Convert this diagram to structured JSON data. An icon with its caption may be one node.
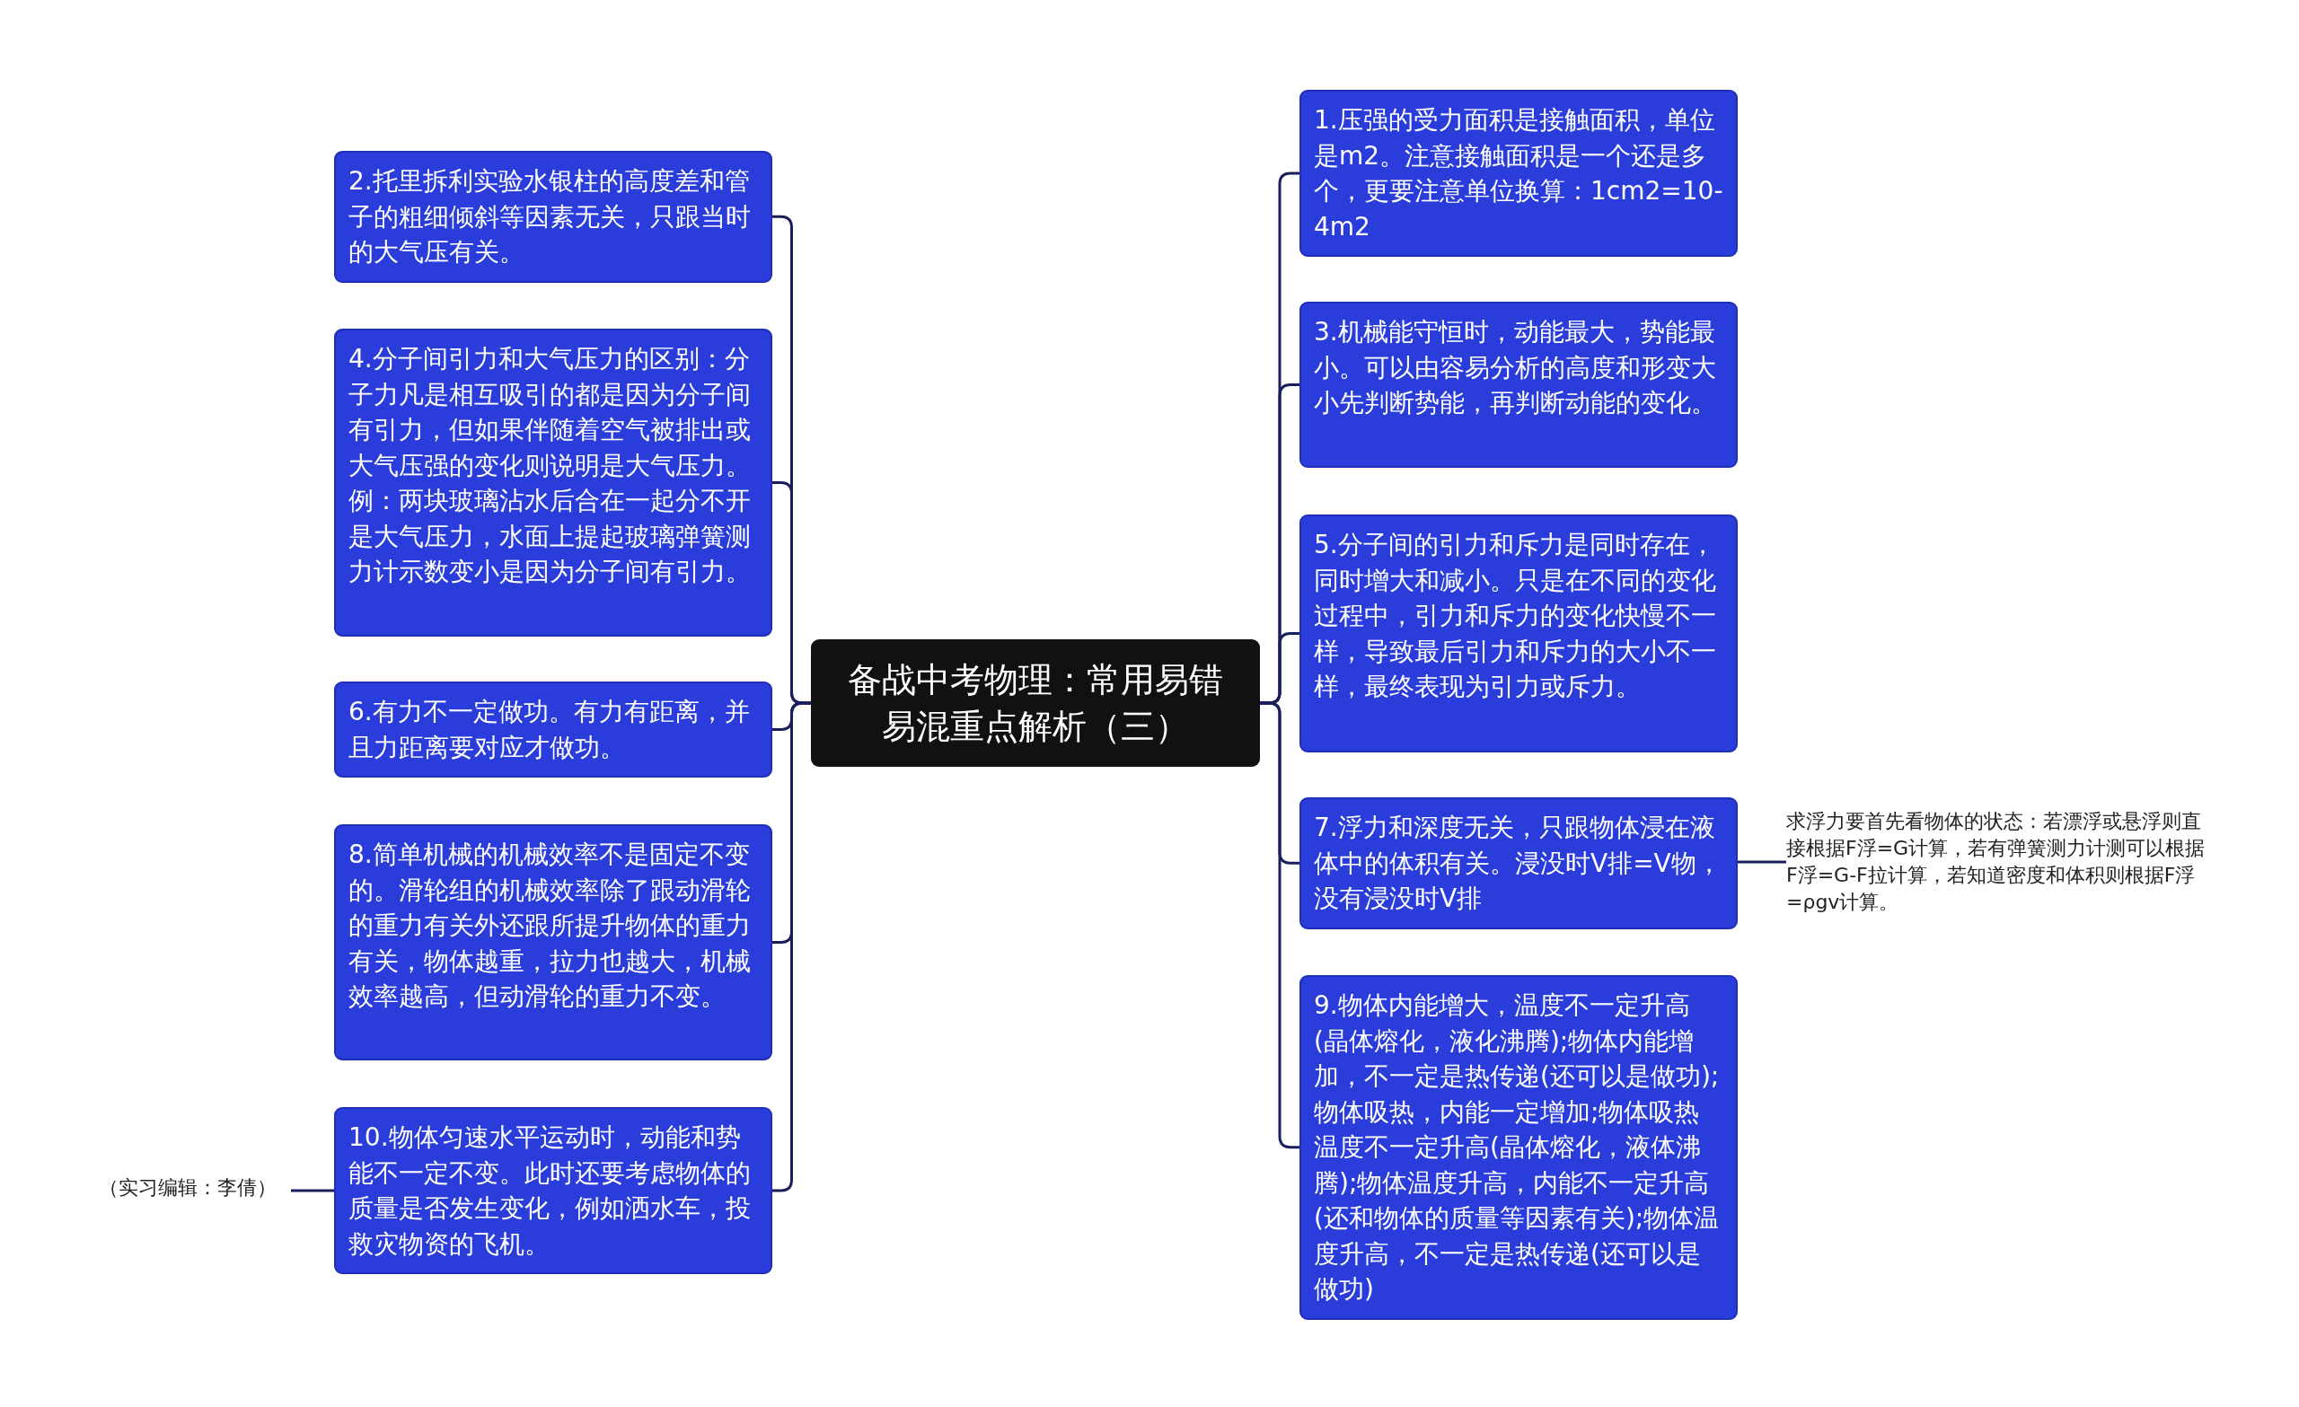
{
  "diagram": {
    "nodes": [
      {
        "text": [
          "备战中考物理：常用易错易混重点解析（三）"
        ]
      },
      {
        "text": [
          "2.托里拆利实验水银柱的高度差和管子的粗细倾斜等因素无关，只跟当时的大气压有关。"
        ]
      },
      {
        "text": [
          "4.分子间引力和大气压力的区别：分子力凡是相互吸引的都是因为分子间有引力，但如果伴随着空气被排出或大气压强的变化则说明是大气压力。例：两块玻璃沾水后合在一起分不开是大气压力，水面上提起玻璃弹簧测力计示数变小是因为分子间有引力。"
        ]
      },
      {
        "text": [
          "6.有力不一定做功。有力有距离，并且力距离要对应才做功。"
        ]
      },
      {
        "text": [
          "8.简单机械的机械效率不是固定不变的。滑轮组的机械效率除了跟动滑轮的重力有关外还跟所提升物体的重力有关，物体越重，拉力也越大，机械效率越高，但动滑轮的重力不变。"
        ]
      },
      {
        "text": [
          "10.物体匀速水平运动时，动能和势能不一定不变。此时还要考虑物体的质量是否发生变化，例如洒水车，投救灾物资的飞机。"
        ]
      },
      {
        "text": [
          "（实习编辑：李倩）"
        ]
      },
      {
        "text": [
          "1.压强的受力面积是接触面积，单位是m2。注意接触面积是一个还是多个，更要注意单位换算：1cm2=10-4m2"
        ]
      },
      {
        "text": [
          "3.机械能守恒时，动能最大，势能最小。可以由容易分析的高度和形变大小先判断势能，再判断动能的变化。"
        ]
      },
      {
        "text": [
          "5.分子间的引力和斥力是同时存在，同时增大和减小。只是在不同的变化过程中，引力和斥力的变化快慢不一样，导致最后引力和斥力的大小不一样，最终表现为引力或斥力。"
        ]
      },
      {
        "text": [
          "7.浮力和深度无关，只跟物体浸在液体中的体积有关。浸没时V排=V物，没有浸没时V排"
        ]
      },
      {
        "text": [
          "求浮力要首先看物体的状态：若漂浮或悬浮则直接根据F浮=G计算，若有弹簧测力计测可以根据F浮=G-F拉计算，若知道密度和体积则根据F浮=ρgv计算。"
        ]
      },
      {
        "text": [
          "9.物体内能增大，温度不一定升高(晶体熔化，液化沸腾);物体内能增加，不一定是热传递(还可以是做功);物体吸热，内能一定增加;物体吸热温度不一定升高(晶体熔化，液体沸腾);物体温度升高，内能不一定升高(还和物体的质量等因素有关);物体温度升高，不一定是热传递(还可以是做功)"
        ]
      }
    ],
    "edges": [
      {
        "from": 0,
        "to": 1,
        "arrow": "none"
      },
      {
        "from": 0,
        "to": 2,
        "arrow": "none"
      },
      {
        "from": 0,
        "to": 3,
        "arrow": "none"
      },
      {
        "from": 0,
        "to": 4,
        "arrow": "none"
      },
      {
        "from": 0,
        "to": 5,
        "arrow": "none"
      },
      {
        "from": 5,
        "to": 6,
        "arrow": "none"
      },
      {
        "from": 0,
        "to": 7,
        "arrow": "none"
      },
      {
        "from": 0,
        "to": 8,
        "arrow": "none"
      },
      {
        "from": 0,
        "to": 9,
        "arrow": "none"
      },
      {
        "from": 0,
        "to": 10,
        "arrow": "none"
      },
      {
        "from": 10,
        "to": 11,
        "arrow": "none"
      },
      {
        "from": 0,
        "to": 12,
        "arrow": "none"
      }
    ]
  }
}
